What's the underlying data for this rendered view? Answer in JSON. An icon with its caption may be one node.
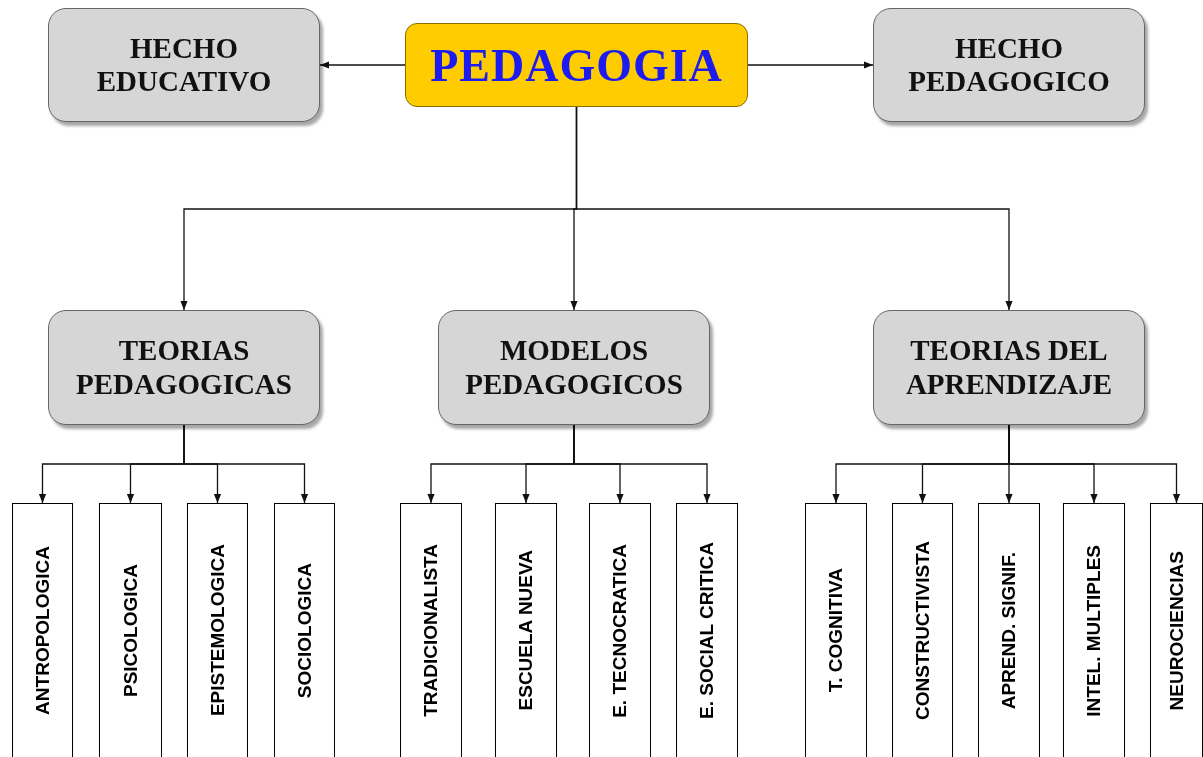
{
  "diagram": {
    "nodes": [
      {
        "text": [
          "PEDAGOGIA"
        ]
      },
      {
        "text": [
          "HECHO EDUCATIVO"
        ]
      },
      {
        "text": [
          "HECHO PEDAGOGICO"
        ]
      },
      {
        "text": [
          "TEORIAS PEDAGOGICAS"
        ]
      },
      {
        "text": [
          "MODELOS PEDAGOGICOS"
        ]
      },
      {
        "text": [
          "TEORIAS DEL APRENDIZAJE"
        ]
      },
      {
        "text": [
          "ANTROPOLOGICA"
        ]
      },
      {
        "text": [
          "PSICOLOGICA"
        ]
      },
      {
        "text": [
          "EPISTEMOLOGICA"
        ]
      },
      {
        "text": [
          "SOCIOLOGICA"
        ]
      },
      {
        "text": [
          "TRADICIONALISTA"
        ]
      },
      {
        "text": [
          "ESCUELA NUEVA"
        ]
      },
      {
        "text": [
          "E. TECNOCRATICA"
        ]
      },
      {
        "text": [
          "E. SOCIAL CRITICA"
        ]
      },
      {
        "text": [
          "T. COGNITIVA"
        ]
      },
      {
        "text": [
          "CONSTRUCTIVISTA"
        ]
      },
      {
        "text": [
          "APREND. SIGNIF."
        ]
      },
      {
        "text": [
          "INTEL. MULTIPLES"
        ]
      },
      {
        "text": [
          "NEUROCIENCIAS"
        ]
      }
    ],
    "edges": [
      {
        "from": 0,
        "to": 1,
        "arrow": "to"
      },
      {
        "from": 0,
        "to": 2,
        "arrow": "to"
      },
      {
        "from": 0,
        "to": 3,
        "arrow": "to"
      },
      {
        "from": 0,
        "to": 4,
        "arrow": "to"
      },
      {
        "from": 0,
        "to": 5,
        "arrow": "to"
      },
      {
        "from": 3,
        "to": 6,
        "arrow": "to"
      },
      {
        "from": 3,
        "to": 7,
        "arrow": "to"
      },
      {
        "from": 3,
        "to": 8,
        "arrow": "to"
      },
      {
        "from": 3,
        "to": 9,
        "arrow": "to"
      },
      {
        "from": 4,
        "to": 10,
        "arrow": "to"
      },
      {
        "from": 4,
        "to": 11,
        "arrow": "to"
      },
      {
        "from": 4,
        "to": 12,
        "arrow": "to"
      },
      {
        "from": 4,
        "to": 13,
        "arrow": "to"
      },
      {
        "from": 5,
        "to": 14,
        "arrow": "to"
      },
      {
        "from": 5,
        "to": 15,
        "arrow": "to"
      },
      {
        "from": 5,
        "to": 16,
        "arrow": "to"
      },
      {
        "from": 5,
        "to": 17,
        "arrow": "to"
      },
      {
        "from": 5,
        "to": 18,
        "arrow": "to"
      }
    ]
  }
}
